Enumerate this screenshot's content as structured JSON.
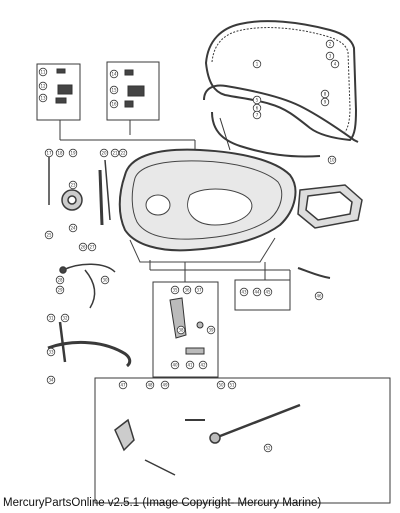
{
  "caption": "MercuryPartsOnline v2.5.1 (Image Copyright- Mercury Marine)",
  "colors": {
    "line": "#3a3a3a",
    "paper": "#ffffff",
    "callout_fill": "#ffffff"
  },
  "callouts": [
    "1",
    "2",
    "3",
    "4",
    "5",
    "6",
    "7",
    "8",
    "9",
    "10",
    "11",
    "12",
    "13",
    "14",
    "15",
    "16",
    "17",
    "18",
    "19",
    "20",
    "21",
    "22",
    "23",
    "24",
    "25",
    "26",
    "27",
    "28",
    "29",
    "30",
    "31",
    "32",
    "33",
    "34",
    "35",
    "36",
    "37",
    "38",
    "39",
    "40",
    "41",
    "42",
    "43",
    "44",
    "45",
    "46",
    "47",
    "48",
    "49",
    "50",
    "51",
    "52"
  ]
}
